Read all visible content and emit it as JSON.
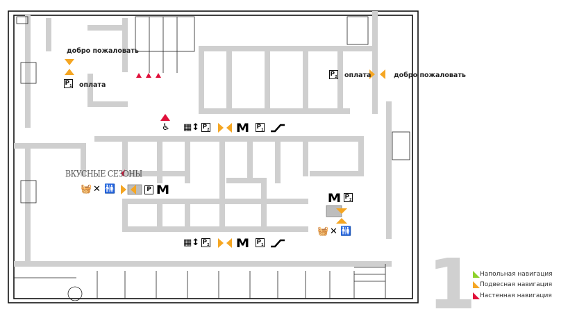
{
  "labels": {
    "welcome_left": "добро пожаловать",
    "payment_left": "оплата",
    "welcome_right": "добро пожаловать",
    "payment_right": "оплата",
    "brand": "ВКУСНЫЕ СЕЗОНЫ"
  },
  "icons": {
    "parking": "P",
    "metro": "M",
    "elevator": "elevator-icon",
    "escalator": "escalator-icon",
    "accessible": "wheelchair-icon",
    "food": "fork-knife-icon",
    "restroom": "restroom-icon",
    "shopping": "basket-icon"
  },
  "legend": {
    "floor_number": "1",
    "items": [
      {
        "label": "Напольная навигация",
        "color": "#8ed12a"
      },
      {
        "label": "Подвесная навигация",
        "color": "#f5a623"
      },
      {
        "label": "Настенная навигация",
        "color": "#e0103a"
      }
    ]
  },
  "colors": {
    "wall": "#c8c8c8",
    "wall_dark": "#111111",
    "suspended": "#f5a623",
    "wall_nav": "#e0103a",
    "floor_nav": "#8ed12a"
  }
}
